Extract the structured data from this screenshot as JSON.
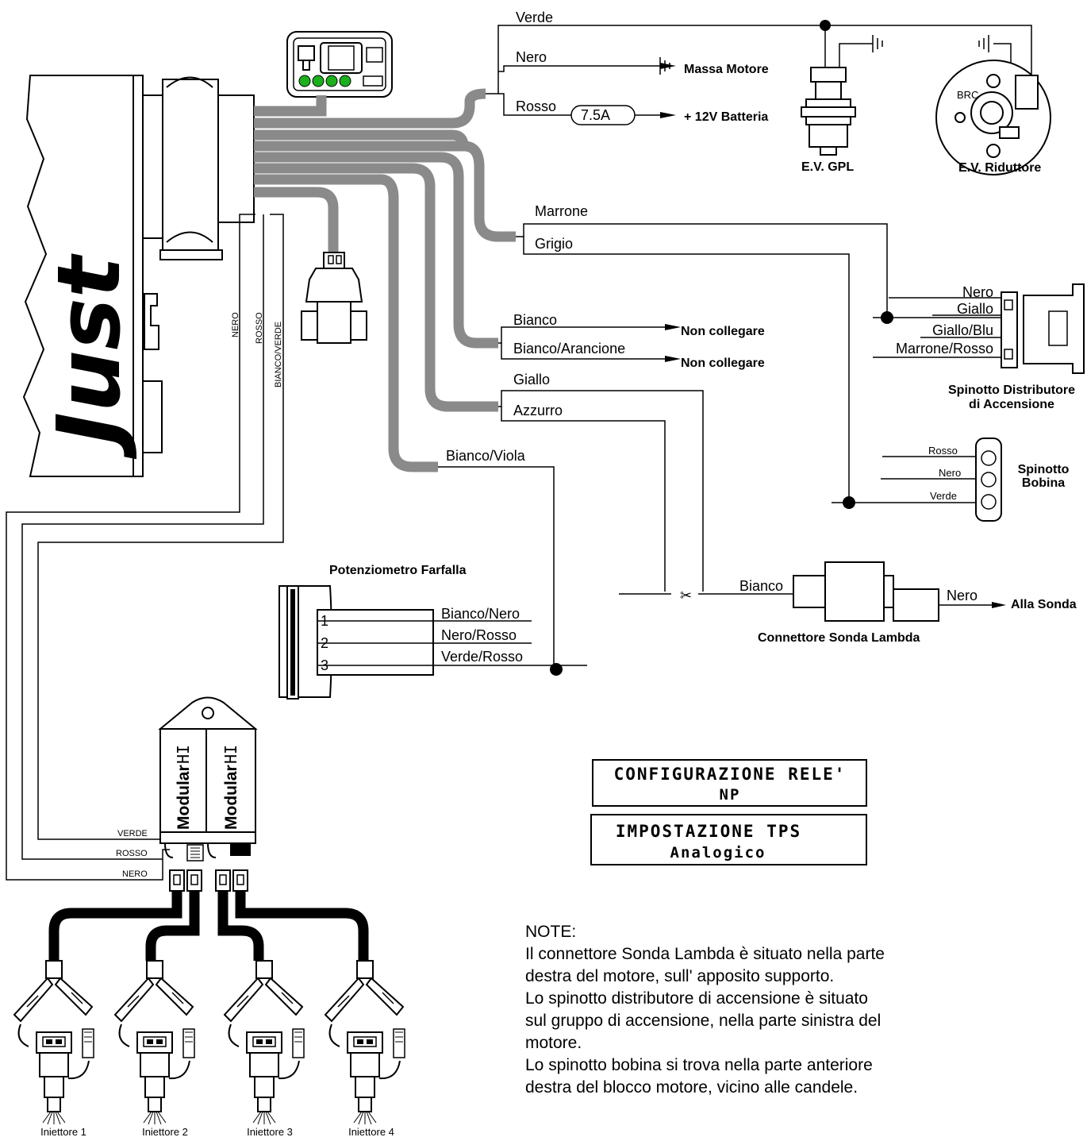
{
  "logo": "Just",
  "wires": {
    "verde": "Verde",
    "nero": "Nero",
    "rosso": "Rosso",
    "marrone": "Marrone",
    "grigio": "Grigio",
    "bianco": "Bianco",
    "bianco_arancione": "Bianco/Arancione",
    "giallo": "Giallo",
    "azzurro": "Azzurro",
    "bianco_viola": "Bianco/Viola",
    "bianco_sonda": "Bianco",
    "nero_sonda": "Nero",
    "bianco_nero": "Bianco/Nero",
    "nero_rosso": "Nero/Rosso",
    "verde_rosso": "Verde/Rosso",
    "v_nero": "NERO",
    "v_rosso": "ROSSO",
    "v_bianco_verde": "BIANCO/VERDE",
    "m_verde": "VERDE",
    "m_rosso": "ROSSO",
    "m_nero": "NERO"
  },
  "fuse": "7.5A",
  "destinations": {
    "massa": "Massa Motore",
    "batteria": "+ 12V Batteria",
    "non_collegare_1": "Non collegare",
    "non_collegare_2": "Non collegare",
    "alla_sonda": "Alla Sonda"
  },
  "components": {
    "ev_gpl": "E.V. GPL",
    "ev_riduttore": "E.V. Riduttore",
    "brc": "BRC",
    "spinotto_distributore_1": "Spinotto Distributore",
    "spinotto_distributore_2": "di Accensione",
    "spinotto_bobina_1": "Spinotto",
    "spinotto_bobina_2": "Bobina",
    "potenziometro": "Potenziometro Farfalla",
    "connettore_sonda": "Connettore Sonda Lambda",
    "modular_1": "Modular",
    "modular_2": "Modular",
    "hi_1": "HI",
    "hi_2": "HI"
  },
  "distributor_pins": [
    "Nero",
    "Giallo",
    "Giallo/Blu",
    "Marrone/Rosso"
  ],
  "coil_pins": [
    "Rosso",
    "Nero",
    "Verde"
  ],
  "tps_pins": [
    "1",
    "2",
    "3"
  ],
  "injectors": [
    "Iniettore 1",
    "Iniettore 2",
    "Iniettore 3",
    "Iniettore 4"
  ],
  "config": {
    "title": "CONFIGURAZIONE RELE'",
    "value": "NP",
    "tps_title": "IMPOSTAZIONE TPS",
    "tps_value": "Analogico"
  },
  "notes": {
    "heading": "NOTE:",
    "lines": [
      "Il connettore Sonda Lambda è situato nella parte",
      "destra del motore, sull' apposito supporto.",
      "Lo spinotto distributore di accensione è situato",
      "sul gruppo di accensione, nella parte sinistra del",
      "motore.",
      "Lo spinotto bobina si trova nella parte anteriore",
      "destra del blocco motore, vicino alle candele."
    ]
  }
}
